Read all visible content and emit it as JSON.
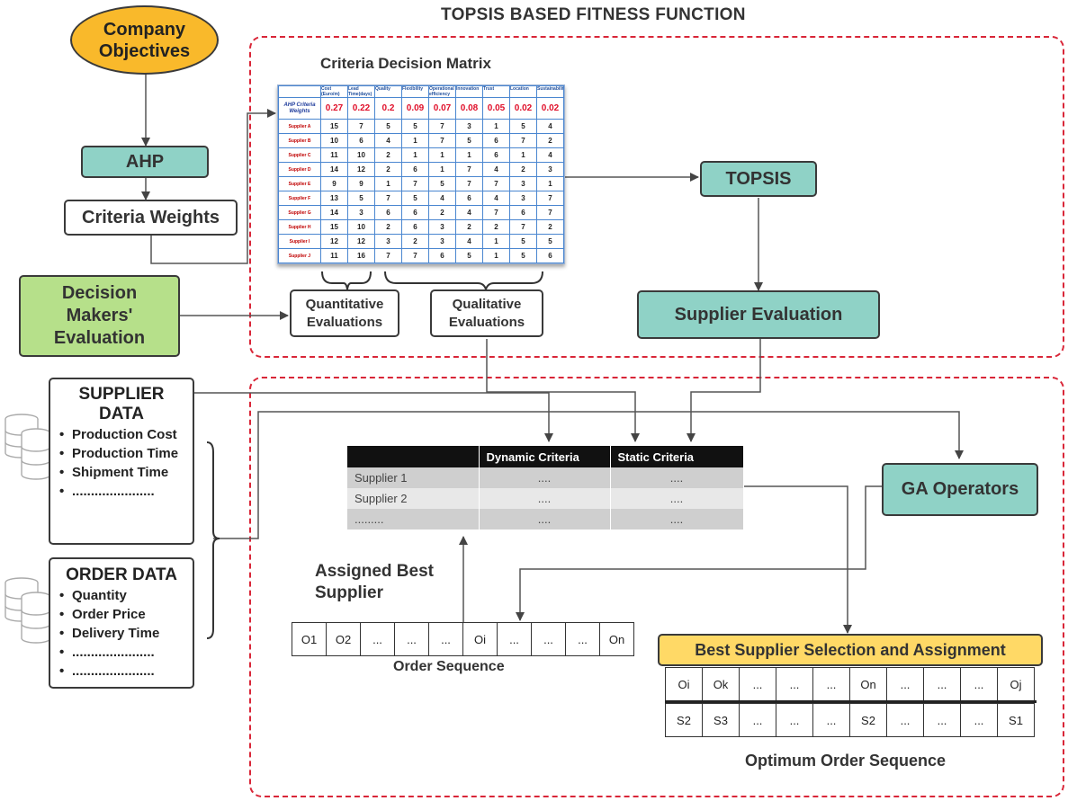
{
  "title": "TOPSIS BASED FITNESS FUNCTION",
  "nodes": {
    "company_objectives": "Company\nObjectives",
    "ahp": "AHP",
    "criteria_weights": "Criteria Weights",
    "decision_makers": "Decision\nMakers'\nEvaluation",
    "quantitative": "Quantitative\nEvaluations",
    "qualitative": "Qualitative\nEvaluations",
    "topsis": "TOPSIS",
    "supplier_evaluation": "Supplier Evaluation",
    "ga_operators": "GA Operators",
    "best_selection": "Best Supplier Selection and Assignment"
  },
  "labels": {
    "criteria_matrix_title": "Criteria Decision Matrix",
    "assigned_best_supplier": "Assigned Best\nSupplier",
    "order_sequence": "Order Sequence",
    "optimum_order_sequence": "Optimum Order Sequence"
  },
  "criteria_matrix": {
    "headers": [
      "",
      "Cost (Euro/m)",
      "Lead Time(days)",
      "Quality",
      "Flexibility",
      "Operational efficiency",
      "Innovation",
      "Trust",
      "Location",
      "Sustainability"
    ],
    "weights_label": "AHP Criteria Weights",
    "weights": [
      "0.27",
      "0.22",
      "0.2",
      "0.09",
      "0.07",
      "0.08",
      "0.05",
      "0.02",
      "0.02"
    ],
    "rows": [
      {
        "name": "Supplier A",
        "values": [
          "15",
          "7",
          "5",
          "5",
          "7",
          "3",
          "1",
          "5",
          "4"
        ]
      },
      {
        "name": "Supplier B",
        "values": [
          "10",
          "6",
          "4",
          "1",
          "7",
          "5",
          "6",
          "7",
          "2"
        ]
      },
      {
        "name": "Supplier C",
        "values": [
          "11",
          "10",
          "2",
          "1",
          "1",
          "1",
          "6",
          "1",
          "4"
        ]
      },
      {
        "name": "Supplier D",
        "values": [
          "14",
          "12",
          "2",
          "6",
          "1",
          "7",
          "4",
          "2",
          "3"
        ]
      },
      {
        "name": "Supplier E",
        "values": [
          "9",
          "9",
          "1",
          "7",
          "5",
          "7",
          "7",
          "3",
          "1"
        ]
      },
      {
        "name": "Supplier F",
        "values": [
          "13",
          "5",
          "7",
          "5",
          "4",
          "6",
          "4",
          "3",
          "7"
        ]
      },
      {
        "name": "Supplier G",
        "values": [
          "14",
          "3",
          "6",
          "6",
          "2",
          "4",
          "7",
          "6",
          "7"
        ]
      },
      {
        "name": "Supplier H",
        "values": [
          "15",
          "10",
          "2",
          "6",
          "3",
          "2",
          "2",
          "7",
          "2"
        ]
      },
      {
        "name": "Supplier I",
        "values": [
          "12",
          "12",
          "3",
          "2",
          "3",
          "4",
          "1",
          "5",
          "5"
        ]
      },
      {
        "name": "Supplier J",
        "values": [
          "11",
          "16",
          "7",
          "7",
          "6",
          "5",
          "1",
          "5",
          "6"
        ]
      }
    ]
  },
  "supplier_data": {
    "heading": "SUPPLIER\nDATA",
    "items": [
      "Production Cost",
      "Production Time",
      "Shipment Time",
      "......................"
    ]
  },
  "order_data": {
    "heading": "ORDER DATA",
    "items": [
      "Quantity",
      "Order Price",
      "Delivery Time",
      "......................",
      "......................"
    ]
  },
  "dyn_table": {
    "headers": [
      "",
      "Dynamic Criteria",
      "Static Criteria"
    ],
    "rows": [
      [
        "Supplier 1",
        "....",
        "...."
      ],
      [
        "Supplier 2",
        "....",
        "...."
      ],
      [
        ".........",
        "....",
        "...."
      ]
    ]
  },
  "order_sequence": [
    "O1",
    "O2",
    "...",
    "...",
    "...",
    "Oi",
    "...",
    "...",
    "...",
    "On"
  ],
  "optimum_orders": [
    "Oi",
    "Ok",
    "...",
    "...",
    "...",
    "On",
    "...",
    "...",
    "...",
    "Oj"
  ],
  "optimum_suppliers": [
    "S2",
    "S3",
    "...",
    "...",
    "...",
    "S2",
    "...",
    "...",
    "...",
    "S1"
  ],
  "colors": {
    "teal": "#8fd2c6",
    "green": "#b6e08a",
    "orange": "#f9b92b",
    "yellow": "#ffd966",
    "dashed_border": "#d92638",
    "weight_red": "#e0102a"
  }
}
